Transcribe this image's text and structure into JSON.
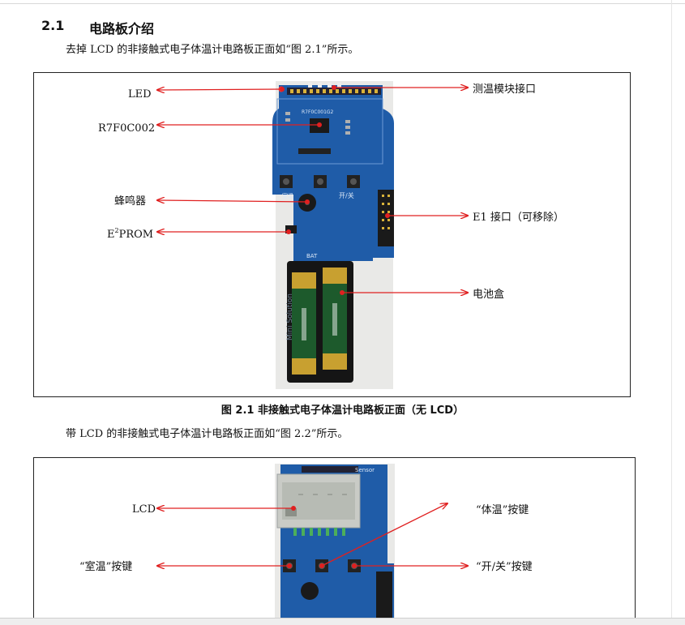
{
  "section": {
    "number": "2.1",
    "title": "电路板介绍"
  },
  "paragraphs": {
    "p1": "去掉 LCD 的非接触式电子体温计电路板正面如“图 2.1”所示。",
    "p2": "带 LCD 的非接触式电子体温计电路板正面如“图 2.2”所示。"
  },
  "figure1": {
    "caption": "图 2.1 非接触式电子体温计电路板正面（无 LCD）",
    "labels": {
      "led": "LED",
      "sensor_port": "测温模块接口",
      "mcu": "R7F0C002",
      "buzzer": "蜂鸣器",
      "e1_port": "E1 接口（可移除）",
      "eeprom_e": "E",
      "eeprom_sup": "2",
      "eeprom_rest": "PROM",
      "battery": "电池盒"
    },
    "board_text": {
      "mcu_mark": "R7F0C001G2",
      "switch_mark": "开/关",
      "room_mark": "室温",
      "brand": "Mini Solution",
      "bat": "BAT"
    }
  },
  "figure2": {
    "labels": {
      "lcd": "LCD",
      "body_temp_key": "“体温”按键",
      "room_temp_key": "“室温”按键",
      "power_key": "“开/关”按键"
    },
    "board_text": {
      "sensor": "Sensor"
    }
  },
  "colors": {
    "arrow": "#e02020",
    "pcb": "#1f5ca8"
  }
}
